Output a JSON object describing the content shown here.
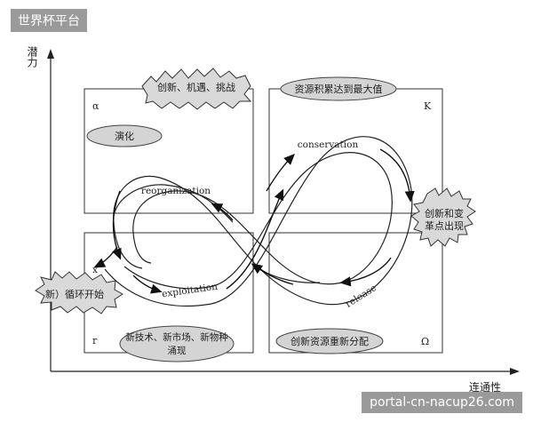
{
  "watermarks": {
    "top_left": "世界杯平台",
    "bottom_right": "portal-cn-nacup26.com"
  },
  "axes": {
    "y_label": "潜力",
    "x_label": "连通性"
  },
  "quadrants": {
    "alpha": {
      "symbol": "α",
      "ellipse": "演化",
      "burst": "创新、机遇、挑战"
    },
    "K": {
      "symbol": "K",
      "ellipse": "资源积累达到最大值",
      "burst": "创新和变\n革点出现"
    },
    "r": {
      "symbol": "r",
      "ellipse_line1": "新技术、新市场、新物种",
      "ellipse_line2": "涌现",
      "burst": "新）循环开始"
    },
    "omega": {
      "symbol": "Ω",
      "ellipse": "创新资源重新分配"
    }
  },
  "loop_labels": {
    "reorganization": "reorganization",
    "conservation": "conservation",
    "exploitation": "exploitation",
    "release": "release",
    "x": "x"
  }
}
